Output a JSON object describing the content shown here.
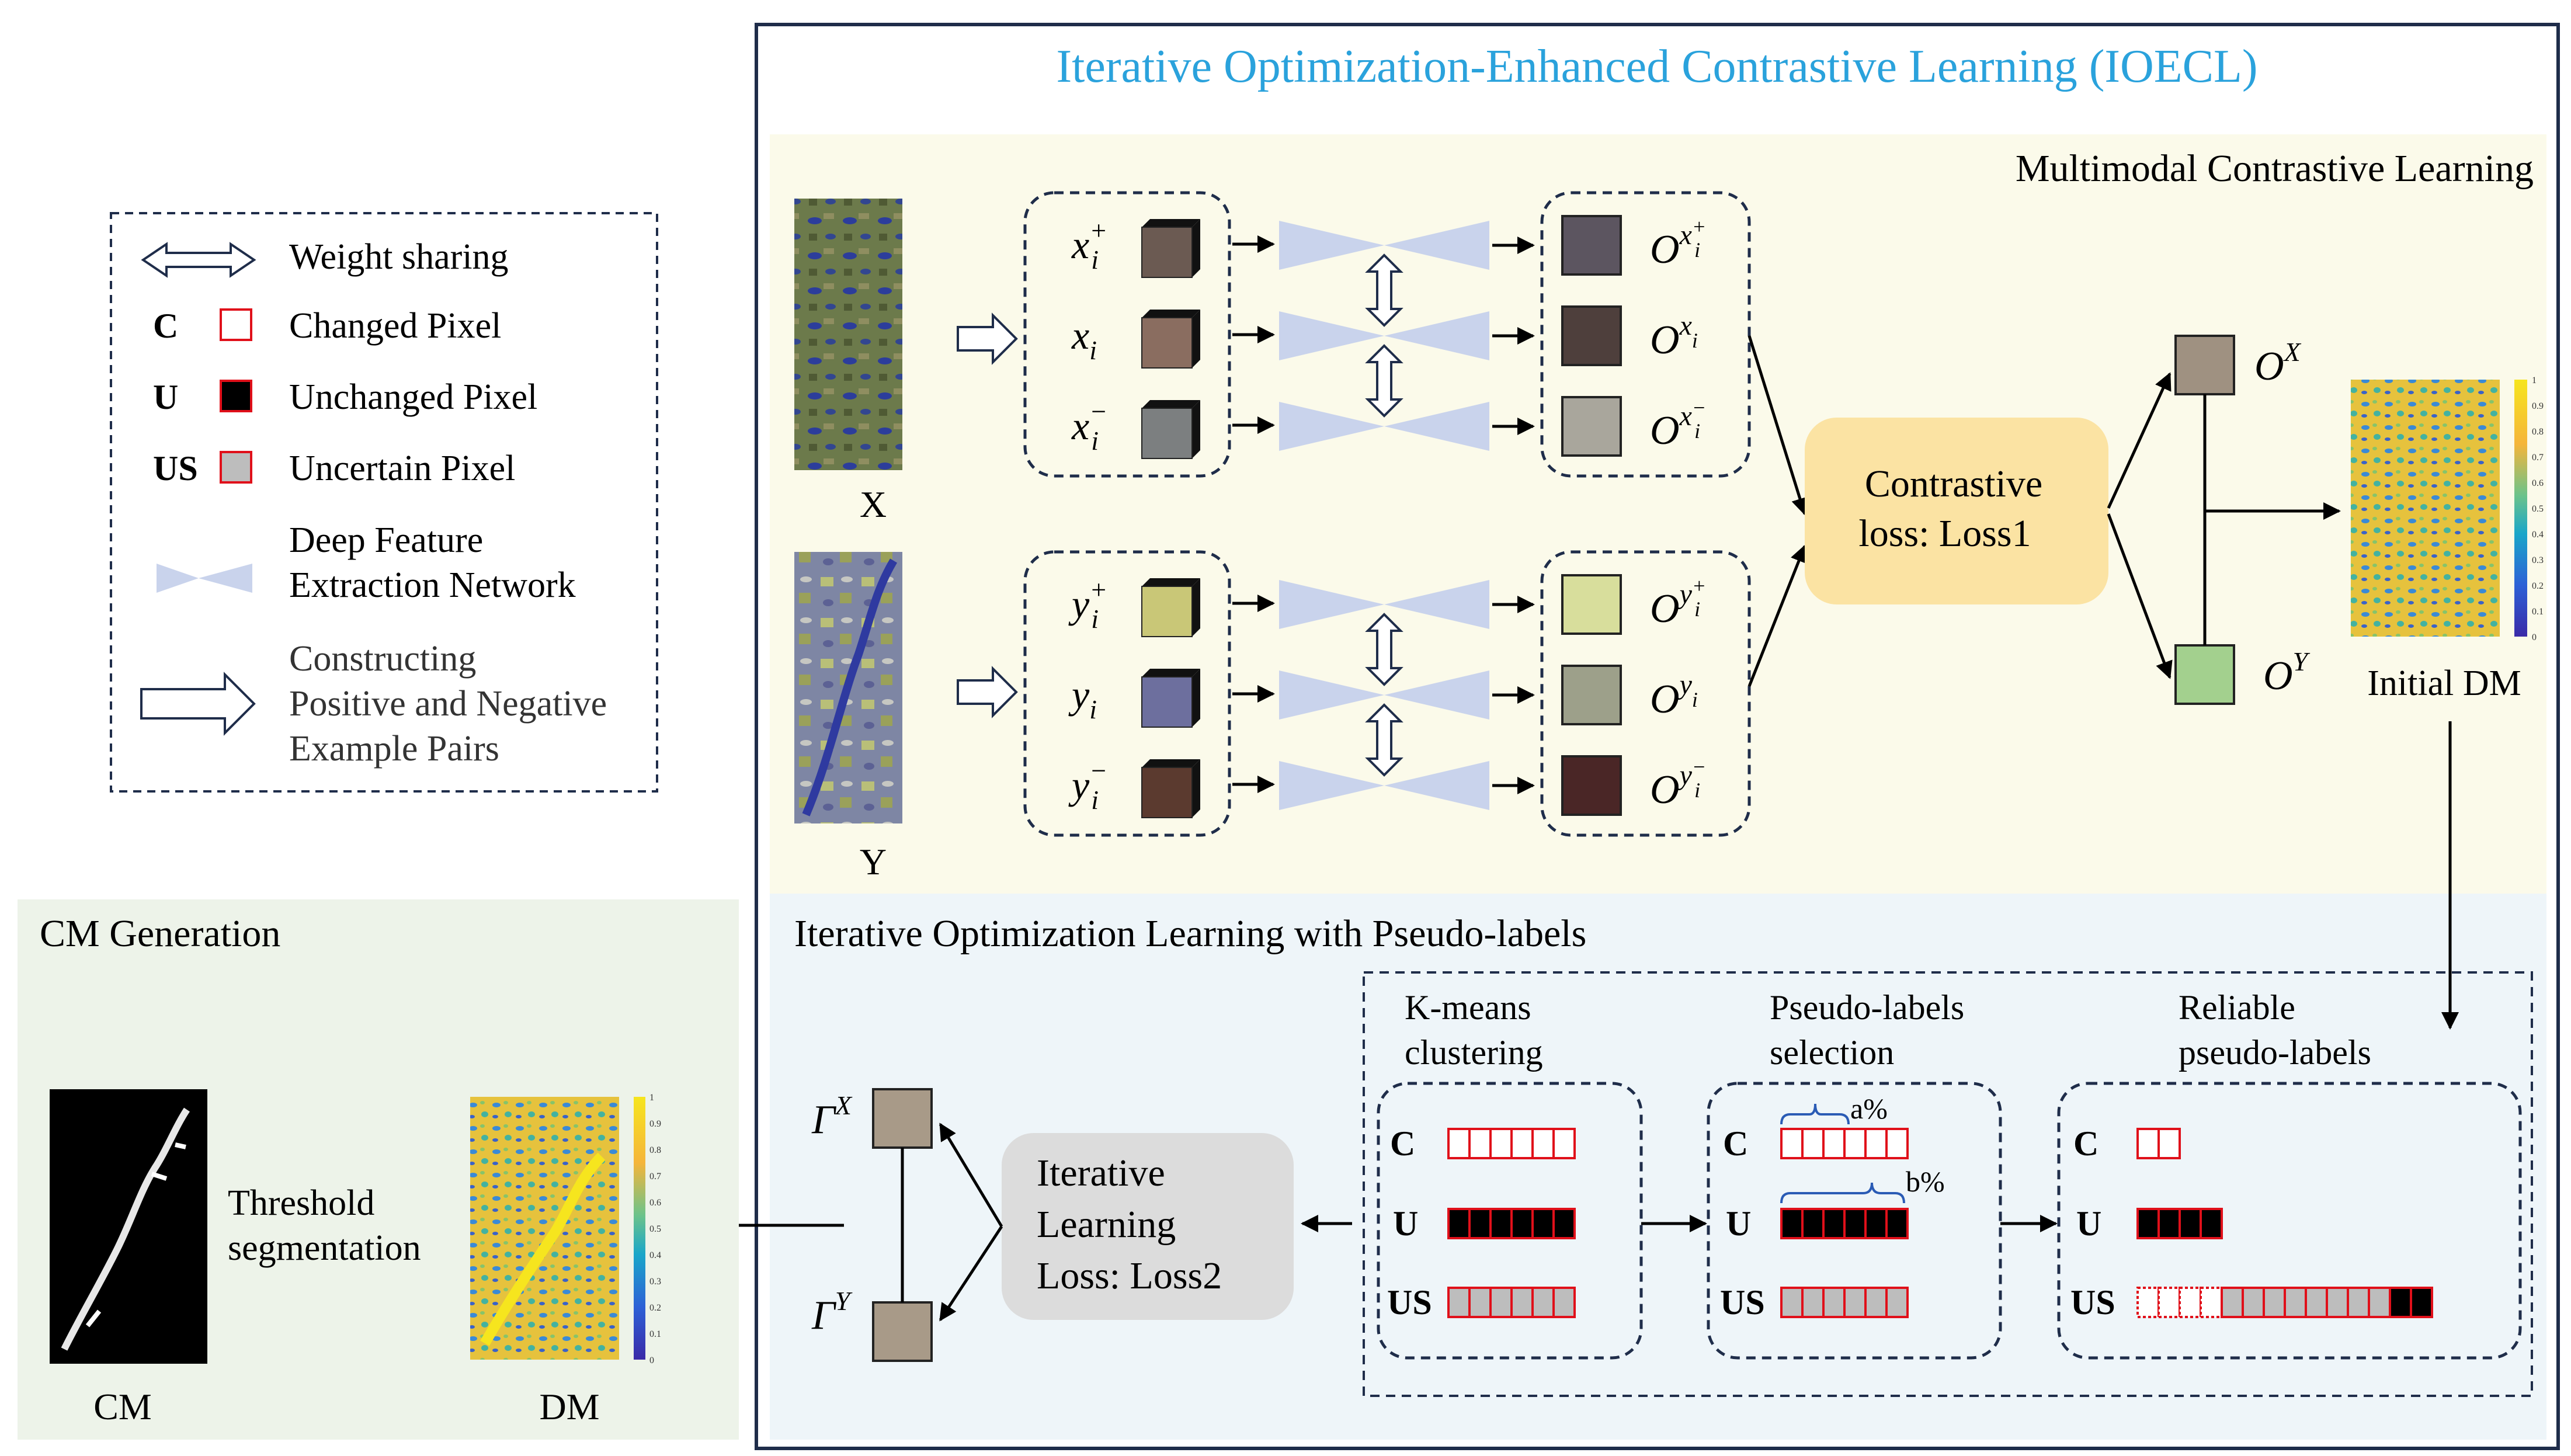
{
  "title": "Iterative Optimization-Enhanced Contrastive Learning (IOECL)",
  "colors": {
    "title": "#2aa2dc",
    "frame": "#1f2d4a",
    "mcl_bg": "#fbfaea",
    "iol_bg": "#eef5f9",
    "cm_bg": "#edf3e9",
    "contrastive_box": "#fbe3a3",
    "iterative_box": "#dcdcdc",
    "network": "#c9d3ec",
    "changed": "#e0101a",
    "uncertain": "#bdbdbd"
  },
  "legend": {
    "weight_sharing": "Weight sharing",
    "changed_tag": "C",
    "changed": "Changed Pixel",
    "unchanged_tag": "U",
    "unchanged": "Unchanged Pixel",
    "uncertain_tag": "US",
    "uncertain": "Uncertain Pixel",
    "network_1": "Deep Feature",
    "network_2": "Extraction Network",
    "pairs_1": "Constructing",
    "pairs_2": "Positive and Negative",
    "pairs_3": "Example Pairs"
  },
  "mcl": {
    "title": "Multimodal Contrastive Learning",
    "x_label": "X",
    "y_label": "Y",
    "inputs_x": [
      {
        "label": "x",
        "sup": "+",
        "sub": "i",
        "patch": "#6b5a52"
      },
      {
        "label": "x",
        "sup": "",
        "sub": "i",
        "patch": "#8a6d60"
      },
      {
        "label": "x",
        "sup": "−",
        "sub": "i",
        "patch": "#7c7f80"
      }
    ],
    "inputs_y": [
      {
        "label": "y",
        "sup": "+",
        "sub": "i",
        "patch": "#c9c777"
      },
      {
        "label": "y",
        "sup": "",
        "sub": "i",
        "patch": "#6d6f9e"
      },
      {
        "label": "y",
        "sup": "−",
        "sub": "i",
        "patch": "#5b3a2f"
      }
    ],
    "outputs_x": [
      {
        "base": "O",
        "exp": "x",
        "sub": "i",
        "sup": "+",
        "color": "#5c5560"
      },
      {
        "base": "O",
        "exp": "x",
        "sub": "i",
        "sup": "",
        "color": "#4e3f3c"
      },
      {
        "base": "O",
        "exp": "x",
        "sub": "i",
        "sup": "−",
        "color": "#a9a69c"
      }
    ],
    "outputs_y": [
      {
        "base": "O",
        "exp": "y",
        "sub": "i",
        "sup": "+",
        "color": "#d8de9c"
      },
      {
        "base": "O",
        "exp": "y",
        "sub": "i",
        "sup": "",
        "color": "#9da08a"
      },
      {
        "base": "O",
        "exp": "y",
        "sub": "i",
        "sup": "−",
        "color": "#4a2626"
      }
    ],
    "loss1_line1": "Contrastive",
    "loss1_line2": "loss: Loss1",
    "ox": {
      "base": "O",
      "exp": "X",
      "color": "#9f9181"
    },
    "oy": {
      "base": "O",
      "exp": "Y",
      "color": "#a3d08e"
    },
    "initial_dm": "Initial DM",
    "colorbar_ticks": [
      "1",
      "0.9",
      "0.8",
      "0.7",
      "0.6",
      "0.5",
      "0.4",
      "0.3",
      "0.2",
      "0.1",
      "0"
    ]
  },
  "iol": {
    "title": "Iterative Optimization Learning with Pseudo-labels",
    "kmeans_1": "K-means",
    "kmeans_2": "clustering",
    "selection_1": "Pseudo-labels",
    "selection_2": "selection",
    "reliable_1": "Reliable",
    "reliable_2": "pseudo-labels",
    "row_c": "C",
    "row_u": "U",
    "row_us": "US",
    "a_pct": "a%",
    "b_pct": "b%",
    "loss2_line1": "Iterative",
    "loss2_line2": "Learning",
    "loss2_line3": "Loss: Loss2",
    "gx": {
      "base": "Γ",
      "exp": "X"
    },
    "gy": {
      "base": "Γ",
      "exp": "Y"
    }
  },
  "cm": {
    "title": "CM Generation",
    "threshold_1": "Threshold",
    "threshold_2": "segmentation",
    "cm_label": "CM",
    "dm_label": "DM"
  }
}
